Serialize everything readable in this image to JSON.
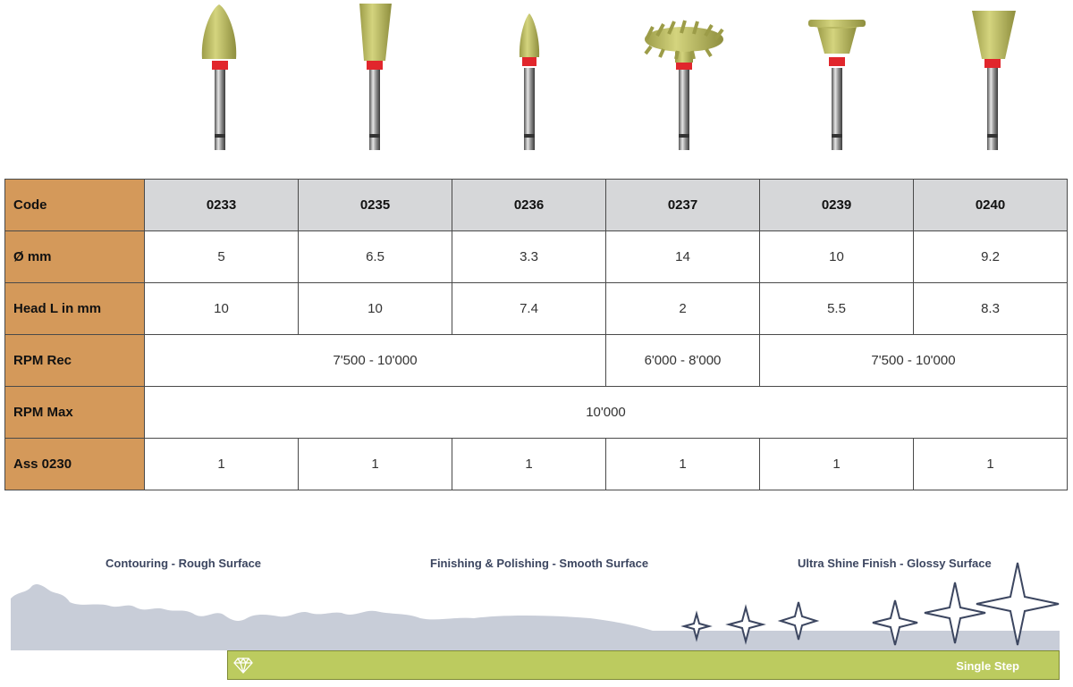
{
  "table": {
    "row_labels": [
      "Code",
      "Ø mm",
      "Head L in mm",
      "RPM Rec",
      "RPM Max",
      "Ass 0230"
    ],
    "codes": [
      "0233",
      "0235",
      "0236",
      "0237",
      "0239",
      "0240"
    ],
    "diameter_mm": [
      "5",
      "6.5",
      "3.3",
      "14",
      "10",
      "9.2"
    ],
    "head_length_mm": [
      "10",
      "10",
      "7.4",
      "2",
      "5.5",
      "8.3"
    ],
    "rpm_rec": [
      "7'500 - 10'000",
      "6'000 - 8'000",
      "7'500 - 10'000"
    ],
    "rpm_max": "10'000",
    "ass_0230": [
      "1",
      "1",
      "1",
      "1",
      "1",
      "1"
    ]
  },
  "scale": {
    "stage1": "Contouring - Rough Surface",
    "stage2": "Finishing & Polishing - Smooth Surface",
    "stage3": "Ultra Shine Finish - Glossy Surface",
    "bar_label": "Single Step"
  },
  "colors": {
    "label_column": "#d4995a",
    "header_row": "#d6d7d9",
    "polisher_head": "#c4c46a",
    "band": "#e1262c",
    "surface": "#c8cdd8",
    "bar": "#bccb5f",
    "star": "#3c4660"
  },
  "icons": {
    "products": [
      "flame-polisher",
      "cup-polisher",
      "small-flame-polisher",
      "spiral-wheel-polisher",
      "disc-polisher",
      "cup-polisher"
    ],
    "bar": "diamond-icon",
    "gloss": "sparkle-star"
  }
}
